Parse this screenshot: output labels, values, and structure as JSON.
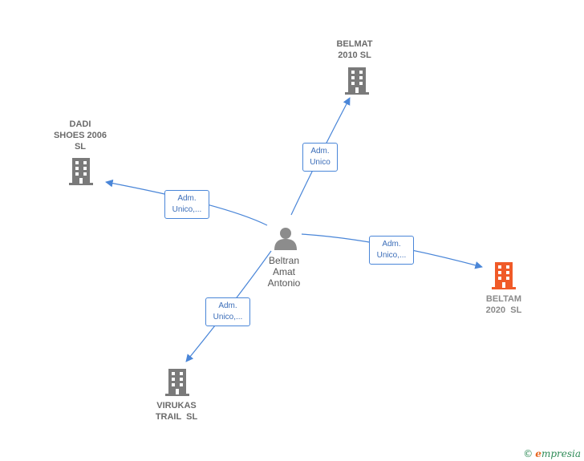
{
  "colors": {
    "edge": "#4a86d8",
    "company_icon": "#7a7a7a",
    "highlight_icon": "#f05a28",
    "person_icon": "#8c8c8c"
  },
  "person": {
    "name_lines": [
      "Beltran",
      "Amat",
      "Antonio"
    ],
    "icon": "person-icon"
  },
  "companies": [
    {
      "id": "belmat",
      "lines": [
        "BELMAT",
        "2010 SL"
      ],
      "icon": "building-icon",
      "highlight": false
    },
    {
      "id": "dadi",
      "lines": [
        "DADI",
        "SHOES 2006",
        "SL"
      ],
      "icon": "building-icon",
      "highlight": false
    },
    {
      "id": "beltam",
      "lines": [
        "BELTAM",
        "2020  SL"
      ],
      "icon": "building-icon",
      "highlight": true
    },
    {
      "id": "virukas",
      "lines": [
        "VIRUKAS",
        "TRAIL  SL"
      ],
      "icon": "building-icon",
      "highlight": false
    }
  ],
  "edges": [
    {
      "to": "belmat",
      "lines": [
        "Adm.",
        "Unico"
      ]
    },
    {
      "to": "dadi",
      "lines": [
        "Adm.",
        "Unico,..."
      ]
    },
    {
      "to": "beltam",
      "lines": [
        "Adm.",
        "Unico,..."
      ]
    },
    {
      "to": "virukas",
      "lines": [
        "Adm.",
        "Unico,..."
      ]
    }
  ],
  "footer": {
    "copyright": "©",
    "brand_initial": "e",
    "brand_rest": "mpresia"
  }
}
